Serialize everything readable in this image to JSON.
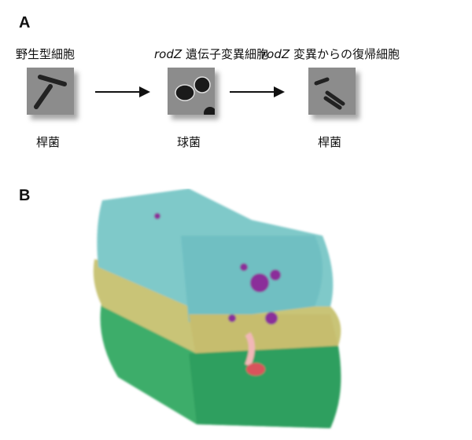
{
  "panel_a": {
    "label": "A",
    "stages": [
      {
        "gene": "",
        "title": "野生型細胞",
        "shape": "桿菌"
      },
      {
        "gene": "rodZ",
        "title": "遺伝子変異細胞",
        "shape": "球菌"
      },
      {
        "gene": "rodZ",
        "title": "変異からの復帰細胞",
        "shape": "桿菌"
      }
    ]
  },
  "panel_b": {
    "label": "B"
  }
}
